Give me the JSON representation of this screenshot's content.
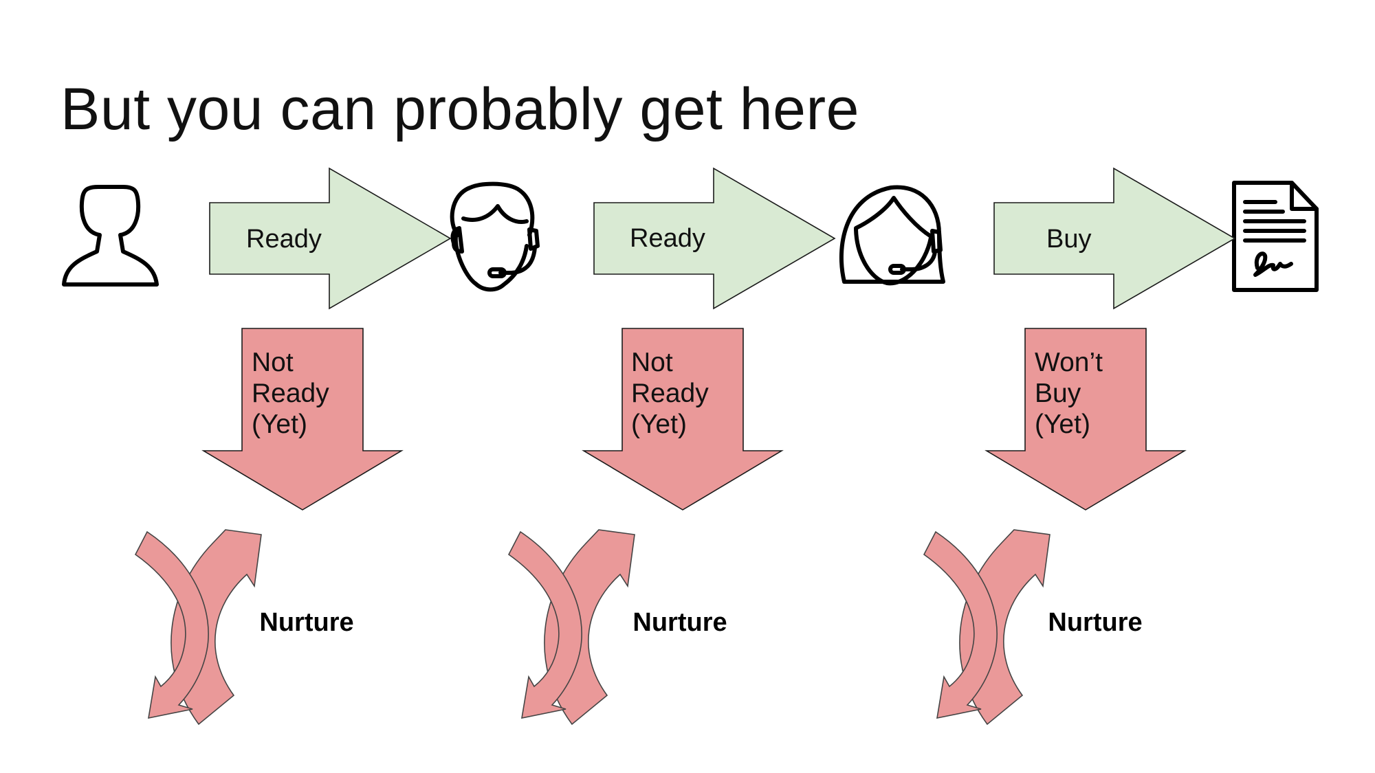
{
  "slide": {
    "title": "But you can probably get here"
  },
  "flow": {
    "stages": [
      {
        "icon": "person-outline-icon"
      },
      {
        "icon": "male-support-agent-icon"
      },
      {
        "icon": "female-support-agent-icon"
      },
      {
        "icon": "signed-document-icon"
      }
    ],
    "forward_arrows": [
      {
        "label": "Ready"
      },
      {
        "label": "Ready"
      },
      {
        "label": "Buy"
      }
    ],
    "down_arrows": [
      {
        "lines": [
          "Not",
          "Ready",
          "(Yet)"
        ]
      },
      {
        "lines": [
          "Not",
          "Ready",
          "(Yet)"
        ]
      },
      {
        "lines": [
          "Won’t",
          "Buy",
          "(Yet)"
        ]
      }
    ],
    "nurture_cycles": [
      {
        "label": "Nurture"
      },
      {
        "label": "Nurture"
      },
      {
        "label": "Nurture"
      }
    ]
  },
  "colors": {
    "forward_arrow_fill": "#d9ead3",
    "down_arrow_fill": "#ea9999",
    "nurture_arrow_fill": "#ea9999"
  }
}
